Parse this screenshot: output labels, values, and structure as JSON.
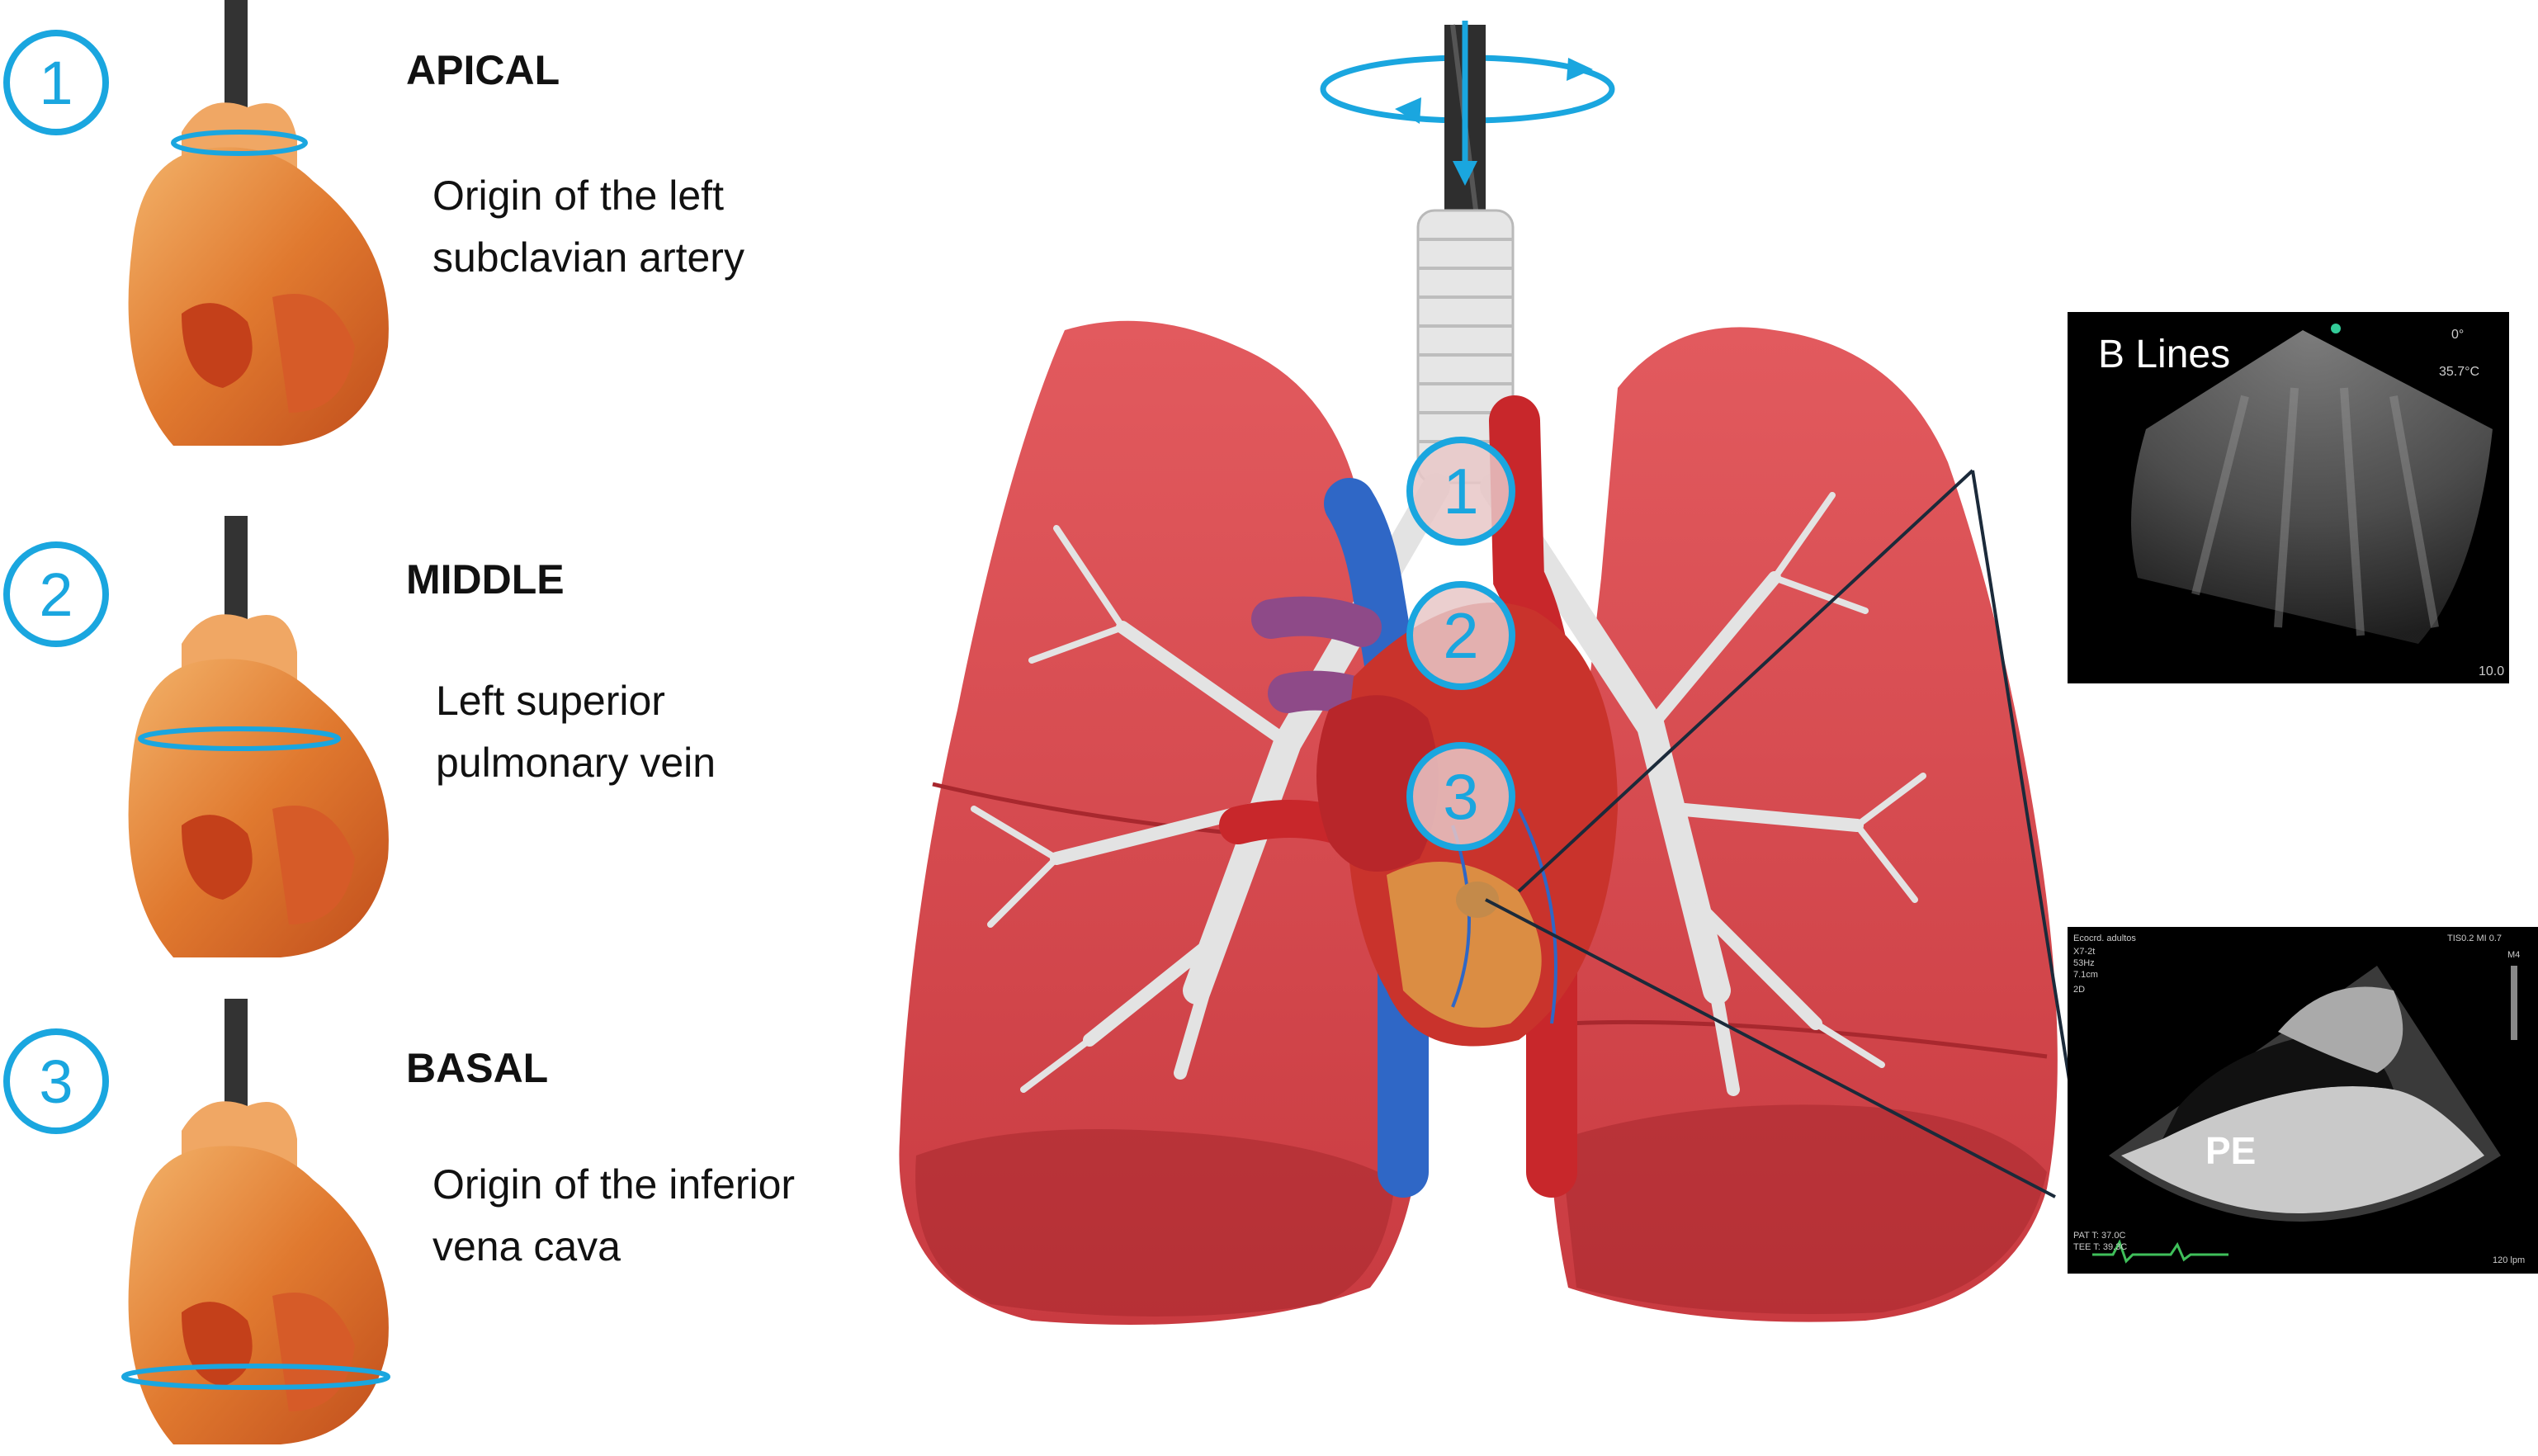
{
  "levels": [
    {
      "number": "1",
      "title": "APICAL",
      "description_line1": "Origin of the left",
      "description_line2": "subclavian artery"
    },
    {
      "number": "2",
      "title": "MIDDLE",
      "description_line1": "Left superior",
      "description_line2": "pulmonary vein"
    },
    {
      "number": "3",
      "title": "BASAL",
      "description_line1": "Origin of the inferior",
      "description_line2": "vena cava"
    }
  ],
  "diagram_markers": [
    "1",
    "2",
    "3"
  ],
  "ultrasound_top": {
    "label": "B Lines",
    "angle_readout": "0°",
    "temperature_readout": "35.7°C",
    "depth_readout": "10.0"
  },
  "ultrasound_bottom": {
    "label": "PE",
    "header_left": "Ecocrd. adultos",
    "header_right": "TIS0.2  MI 0.7",
    "probe_info": [
      "X7-2t",
      "53Hz",
      "7.1cm"
    ],
    "mode_label": "2D",
    "patient_temp": "PAT T: 37.0C",
    "tee_temp": "TEE T: 39.3C",
    "heart_rate": "120 lpm",
    "scale_label": "M4"
  },
  "colors": {
    "accent_blue": "#1aa6df",
    "lung_red": "#d9484d",
    "lung_dark": "#a8282e",
    "heart_orange": "#e58a3c",
    "airway_gray": "#e6e6e6"
  }
}
